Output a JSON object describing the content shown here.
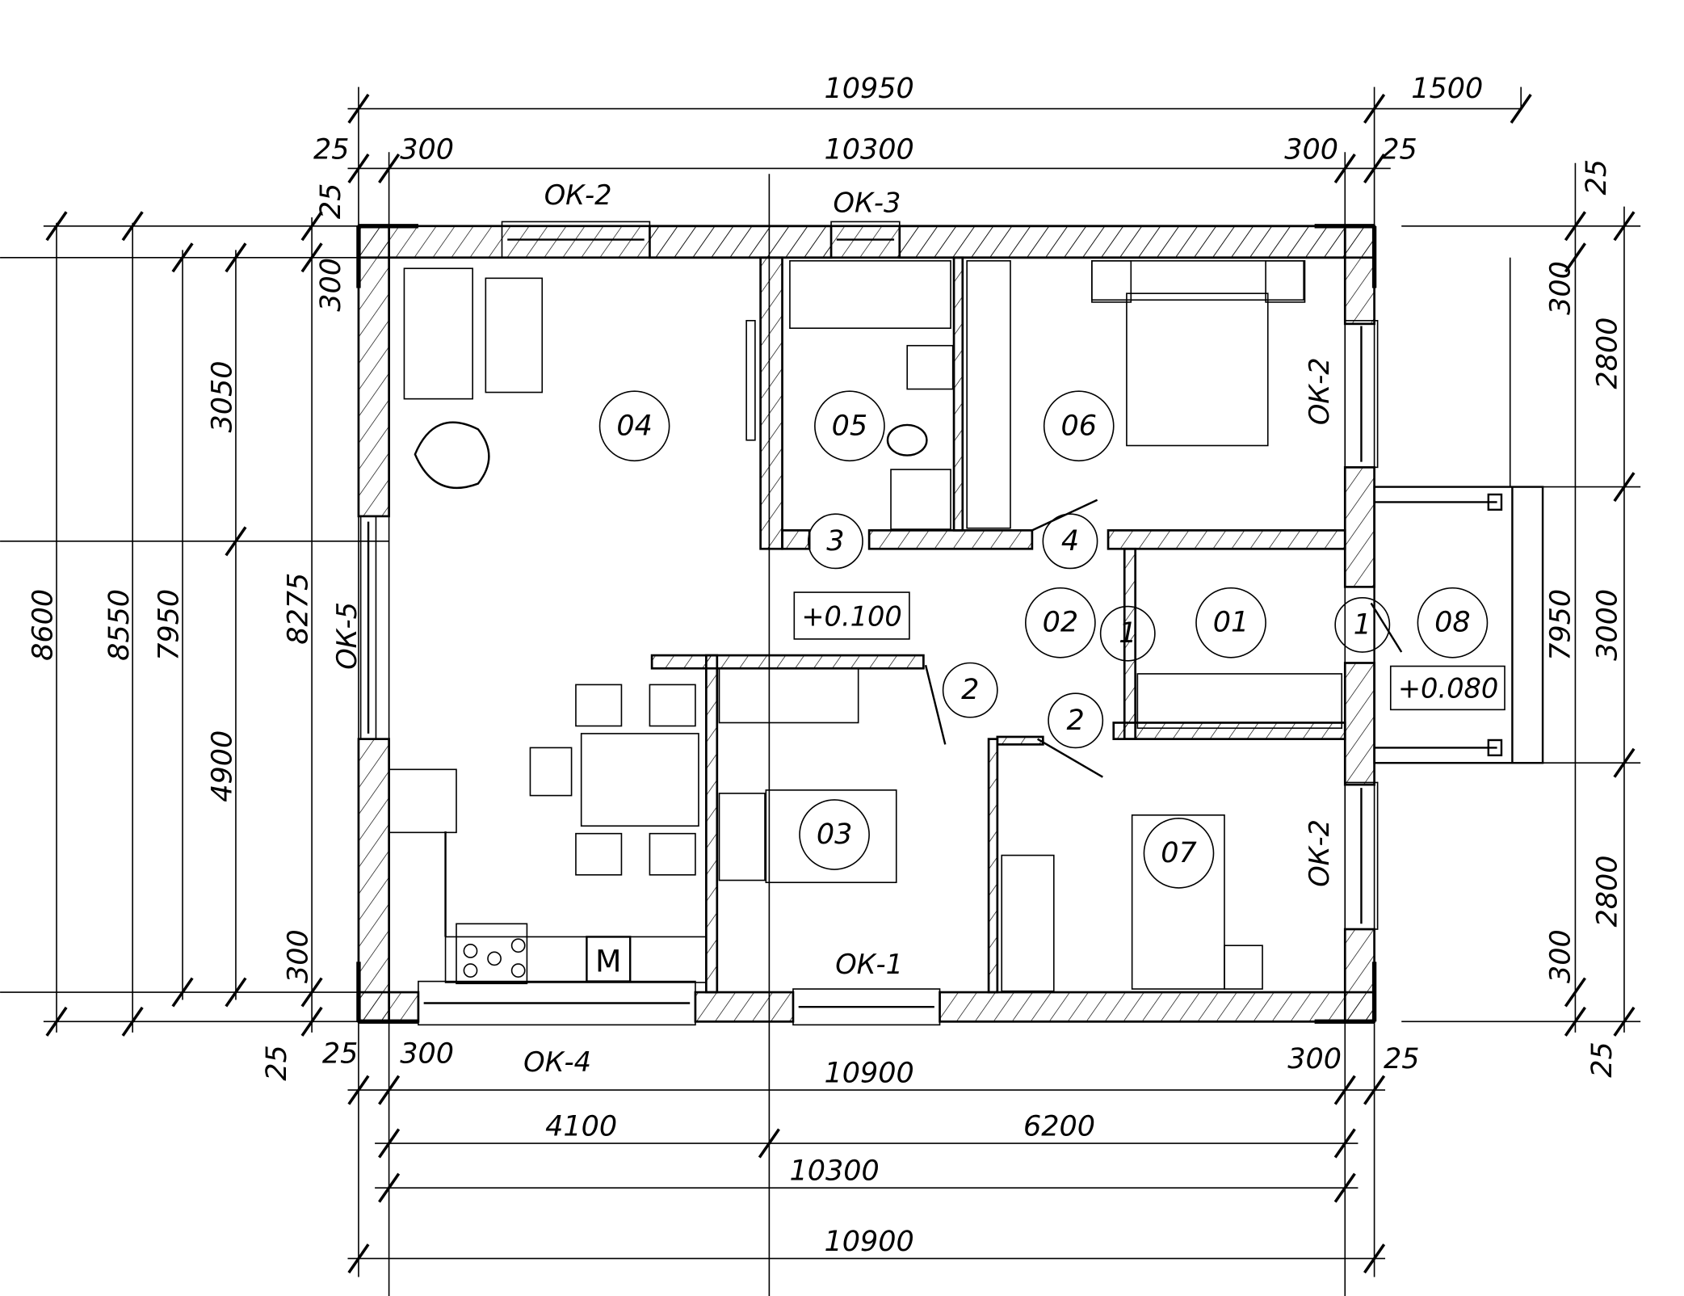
{
  "dimensions": {
    "top": [
      "10950",
      "1500",
      "25",
      "300",
      "10300",
      "300",
      "25"
    ],
    "left": [
      "8600",
      "8550",
      "7950",
      "3050",
      "4900",
      "8275",
      "25",
      "300",
      "300",
      "25"
    ],
    "right": [
      "25",
      "300",
      "2800",
      "7950",
      "3000",
      "2800",
      "300",
      "25"
    ],
    "bottom": [
      "25",
      "300",
      "300",
      "25",
      "10900",
      "4100",
      "6200",
      "10300",
      "10900"
    ]
  },
  "windows": [
    "ОК-2",
    "ОК-3",
    "ОК-2",
    "ОК-5",
    "ОК-2",
    "ОК-1",
    "ОК-4"
  ],
  "rooms": [
    "04",
    "05",
    "06",
    "03",
    "07",
    "02",
    "01",
    "08"
  ],
  "doors": [
    "3",
    "4",
    "1",
    "1",
    "2",
    "2"
  ],
  "levels": [
    "+0.100",
    "+0.080"
  ],
  "appliance_label": "M"
}
